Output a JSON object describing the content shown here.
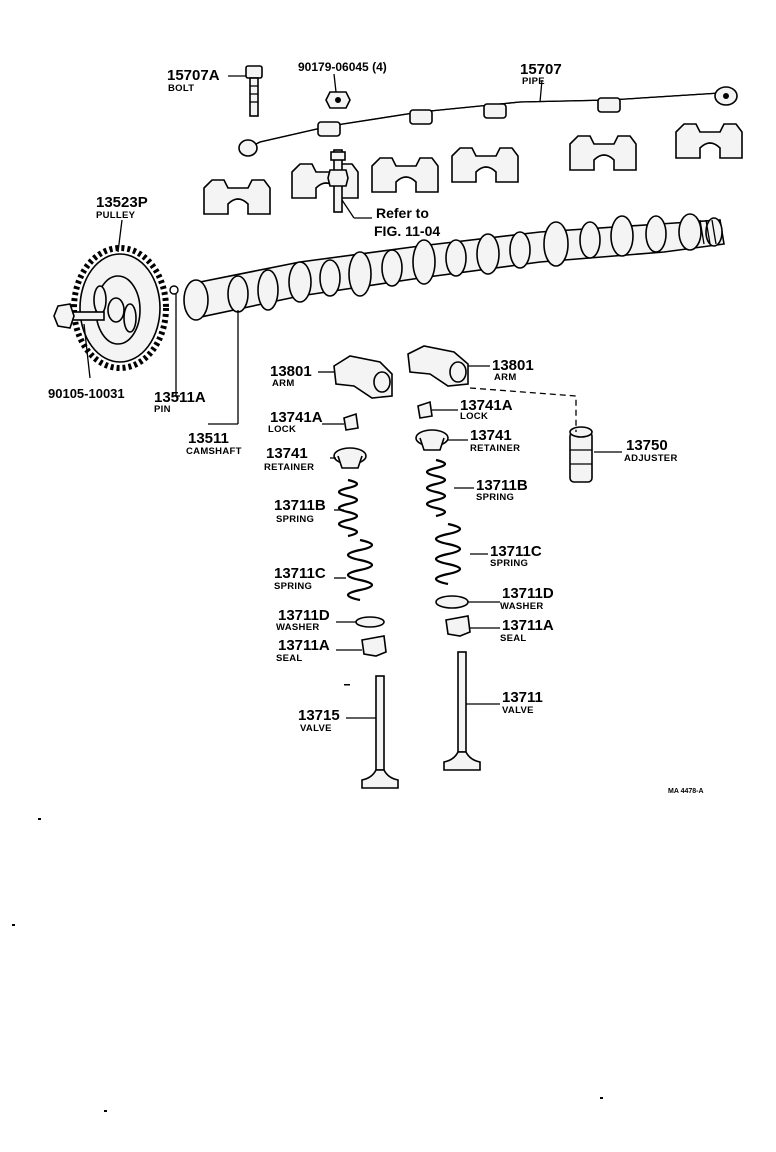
{
  "parts": [
    {
      "id": "bolt",
      "number": "15707A",
      "name": "BOLT"
    },
    {
      "id": "nut",
      "number": "90179-06045 (4)",
      "name": ""
    },
    {
      "id": "pipe",
      "number": "15707",
      "name": "PIPE"
    },
    {
      "id": "pulley",
      "number": "13523P",
      "name": "PULLEY"
    },
    {
      "id": "pulley-bolt",
      "number": "90105-10031",
      "name": ""
    },
    {
      "id": "pin",
      "number": "13511A",
      "name": "PIN"
    },
    {
      "id": "camshaft",
      "number": "13511",
      "name": "CAMSHAFT"
    },
    {
      "id": "arm-left",
      "number": "13801",
      "name": "ARM"
    },
    {
      "id": "arm-right",
      "number": "13801",
      "name": "ARM"
    },
    {
      "id": "lock-left",
      "number": "13741A",
      "name": "LOCK"
    },
    {
      "id": "lock-right",
      "number": "13741A",
      "name": "LOCK"
    },
    {
      "id": "retainer-left",
      "number": "13741",
      "name": "RETAINER"
    },
    {
      "id": "retainer-right",
      "number": "13741",
      "name": "RETAINER"
    },
    {
      "id": "adjuster",
      "number": "13750",
      "name": "ADJUSTER"
    },
    {
      "id": "spring-b-left",
      "number": "13711B",
      "name": "SPRING"
    },
    {
      "id": "spring-b-right",
      "number": "13711B",
      "name": "SPRING"
    },
    {
      "id": "spring-c-left",
      "number": "13711C",
      "name": "SPRING"
    },
    {
      "id": "spring-c-right",
      "number": "13711C",
      "name": "SPRING"
    },
    {
      "id": "washer-left",
      "number": "13711D",
      "name": "WASHER"
    },
    {
      "id": "washer-right",
      "number": "13711D",
      "name": "WASHER"
    },
    {
      "id": "seal-left",
      "number": "13711A",
      "name": "SEAL"
    },
    {
      "id": "seal-right",
      "number": "13711A",
      "name": "SEAL"
    },
    {
      "id": "valve-exhaust",
      "number": "13715",
      "name": "VALVE"
    },
    {
      "id": "valve-intake",
      "number": "13711",
      "name": "VALVE"
    }
  ],
  "reference": {
    "line1": "Refer to",
    "line2": "FIG. 11-04"
  },
  "figure_code": "MA  4478-A"
}
